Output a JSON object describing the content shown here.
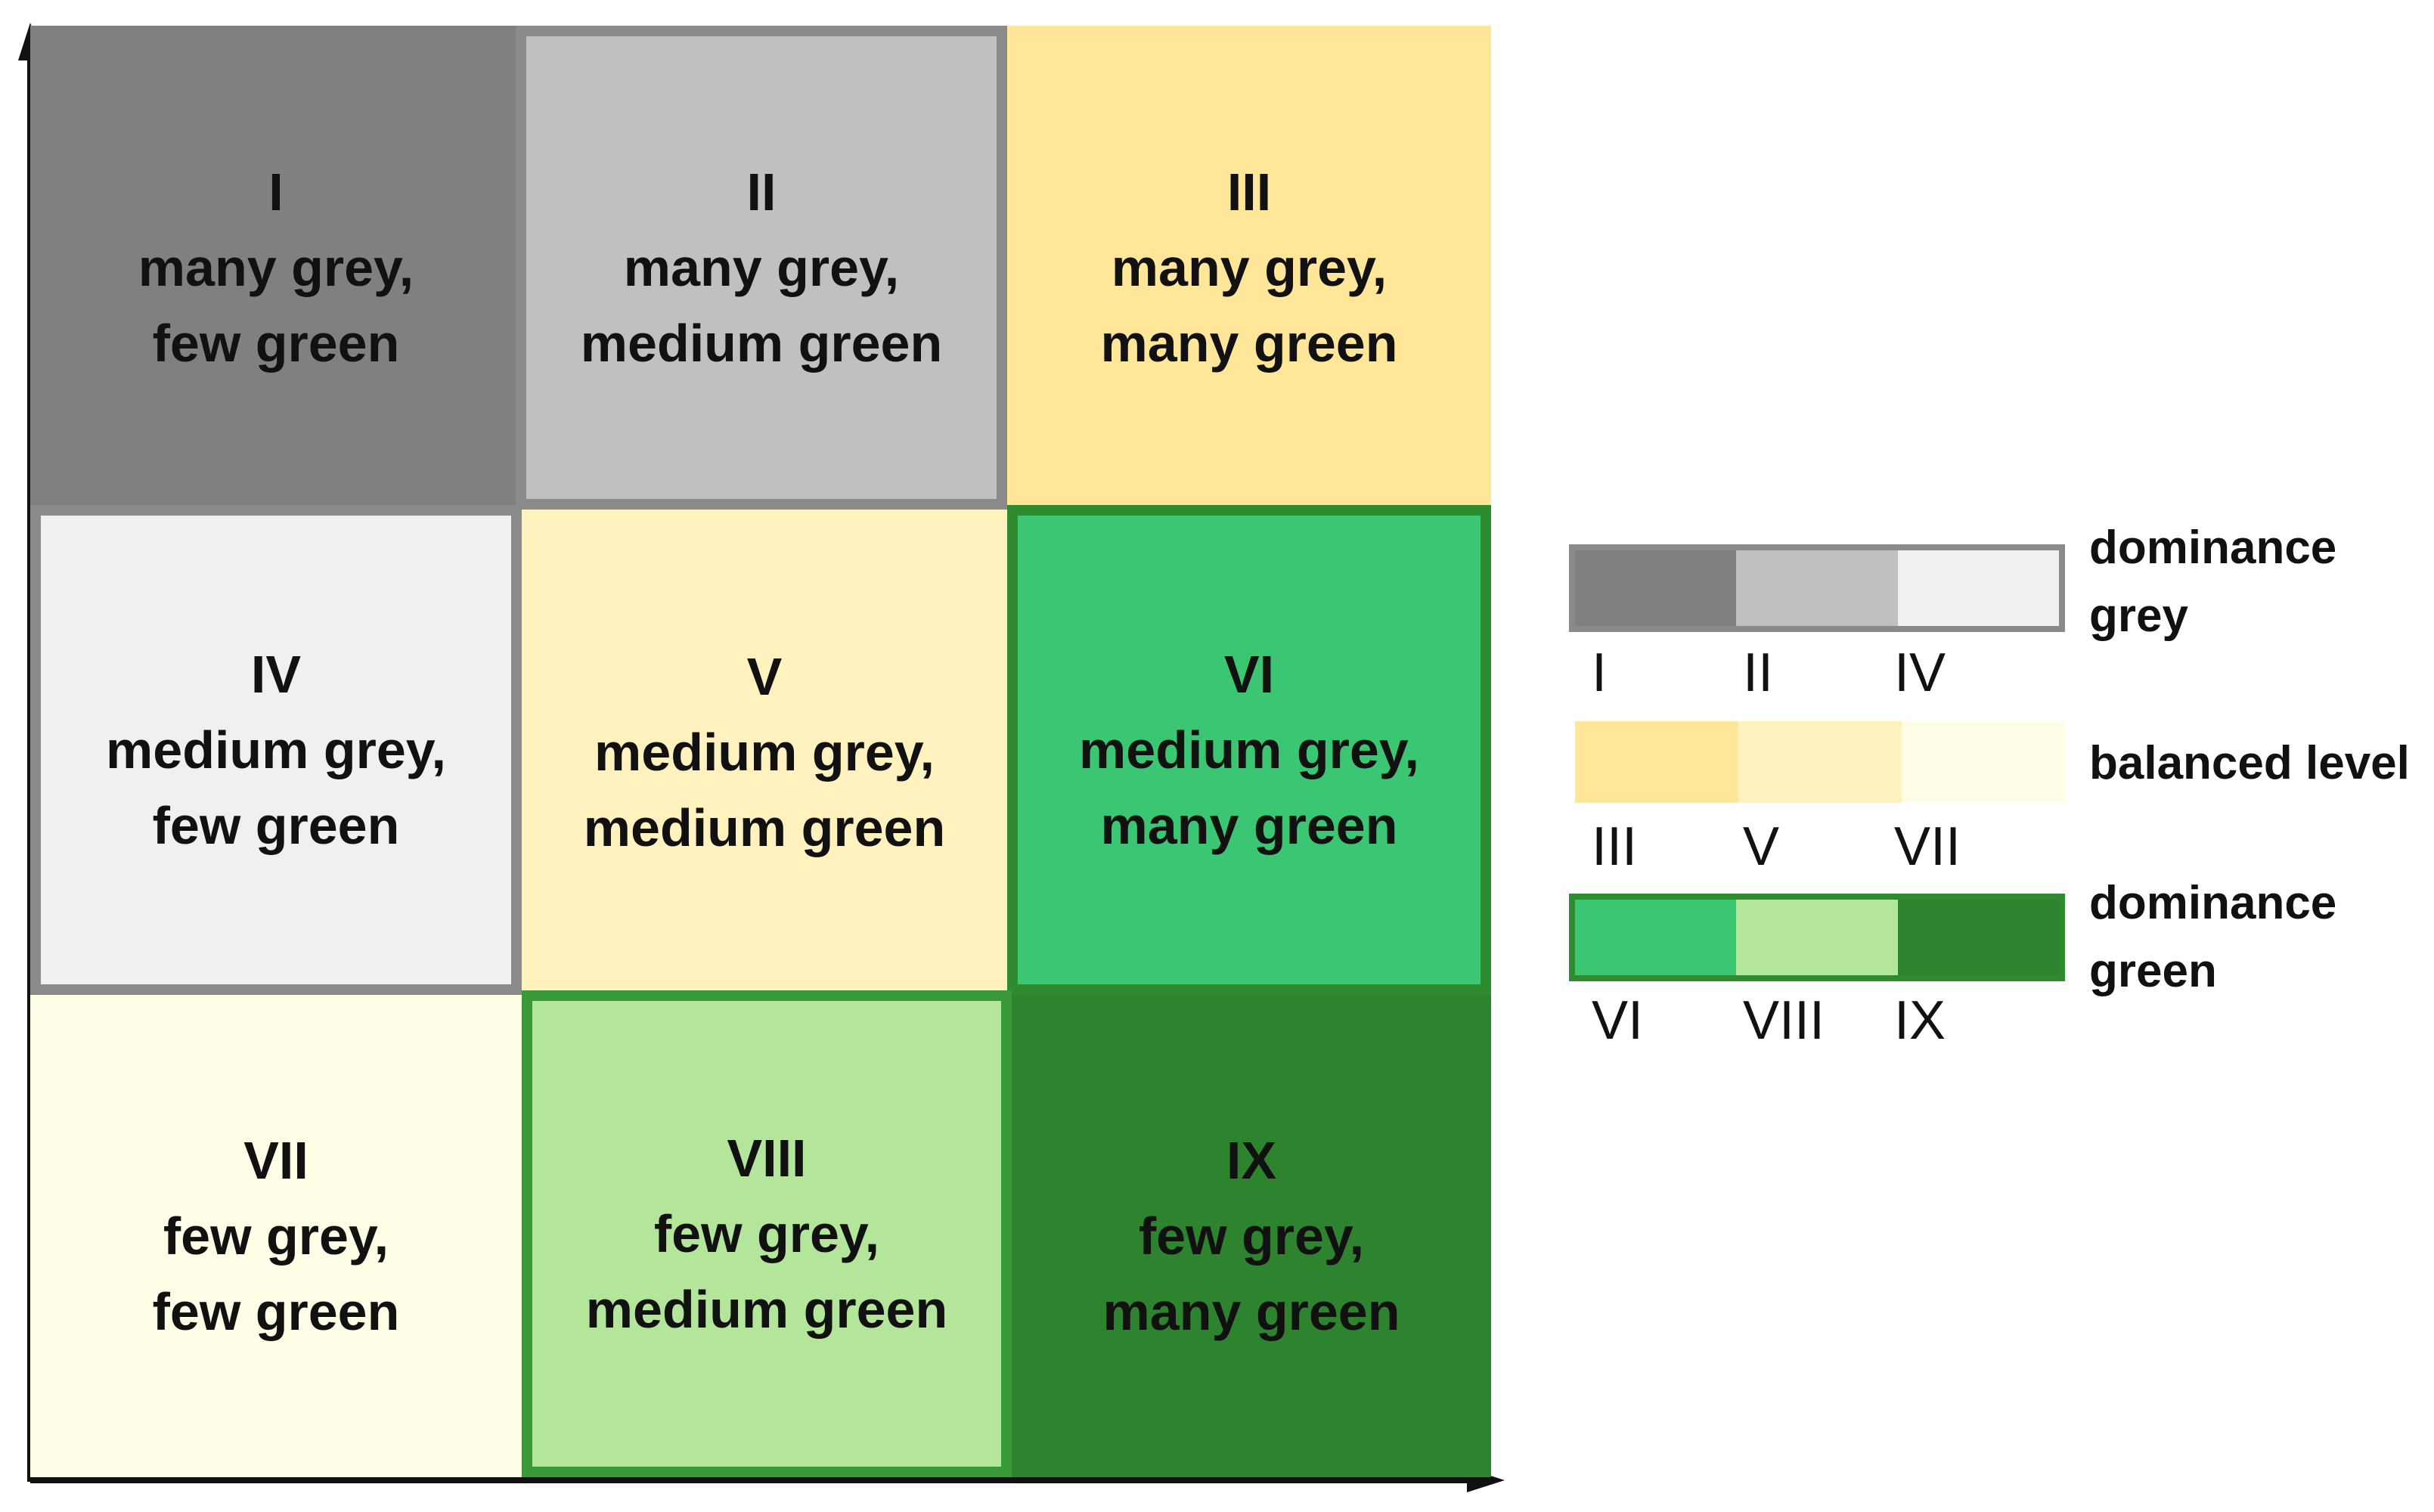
{
  "cells": [
    {
      "num": "I",
      "line1": "many grey,",
      "line2": "few green",
      "fill": "#808080",
      "border": "#808080"
    },
    {
      "num": "II",
      "line1": "many grey,",
      "line2": "medium green",
      "fill": "#c0c0c0",
      "border": "#8a8a8a"
    },
    {
      "num": "III",
      "line1": "many grey,",
      "line2": "many green",
      "fill": "#ffe699",
      "border": "#ffe699"
    },
    {
      "num": "IV",
      "line1": "medium grey,",
      "line2": "few green",
      "fill": "#f0f0f0",
      "border": "#8a8a8a"
    },
    {
      "num": "V",
      "line1": "medium grey,",
      "line2": "medium green",
      "fill": "#fff2bf",
      "border": "#fff2bf"
    },
    {
      "num": "VI",
      "line1": "medium grey,",
      "line2": "many green",
      "fill": "#3ac672",
      "border": "#2e8b2e"
    },
    {
      "num": "VII",
      "line1": "few grey,",
      "line2": "few green",
      "fill": "#fffde6",
      "border": "#fffde6"
    },
    {
      "num": "VIII",
      "line1": "few grey,",
      "line2": "medium green",
      "fill": "#b3e69a",
      "border": "#3a9a3a"
    },
    {
      "num": "IX",
      "line1": "few grey,",
      "line2": "many green",
      "fill": "#2e842e",
      "border": "#2e842e"
    }
  ],
  "legend": {
    "grey": {
      "title_line1": "dominance",
      "title_line2": "grey",
      "labels": [
        "I",
        "II",
        "IV"
      ],
      "colors": [
        "#808080",
        "#c0c0c0",
        "#f0f0f0"
      ]
    },
    "balanced": {
      "title": "balanced level",
      "labels": [
        "III",
        "V",
        "VII"
      ],
      "colors": [
        "#ffe699",
        "#fff2bf",
        "#fffde6"
      ]
    },
    "green": {
      "title_line1": "dominance",
      "title_line2": "green",
      "labels": [
        "VI",
        "VIII",
        "IX"
      ],
      "colors": [
        "#3ac672",
        "#b3e69a",
        "#2e842e"
      ]
    }
  }
}
